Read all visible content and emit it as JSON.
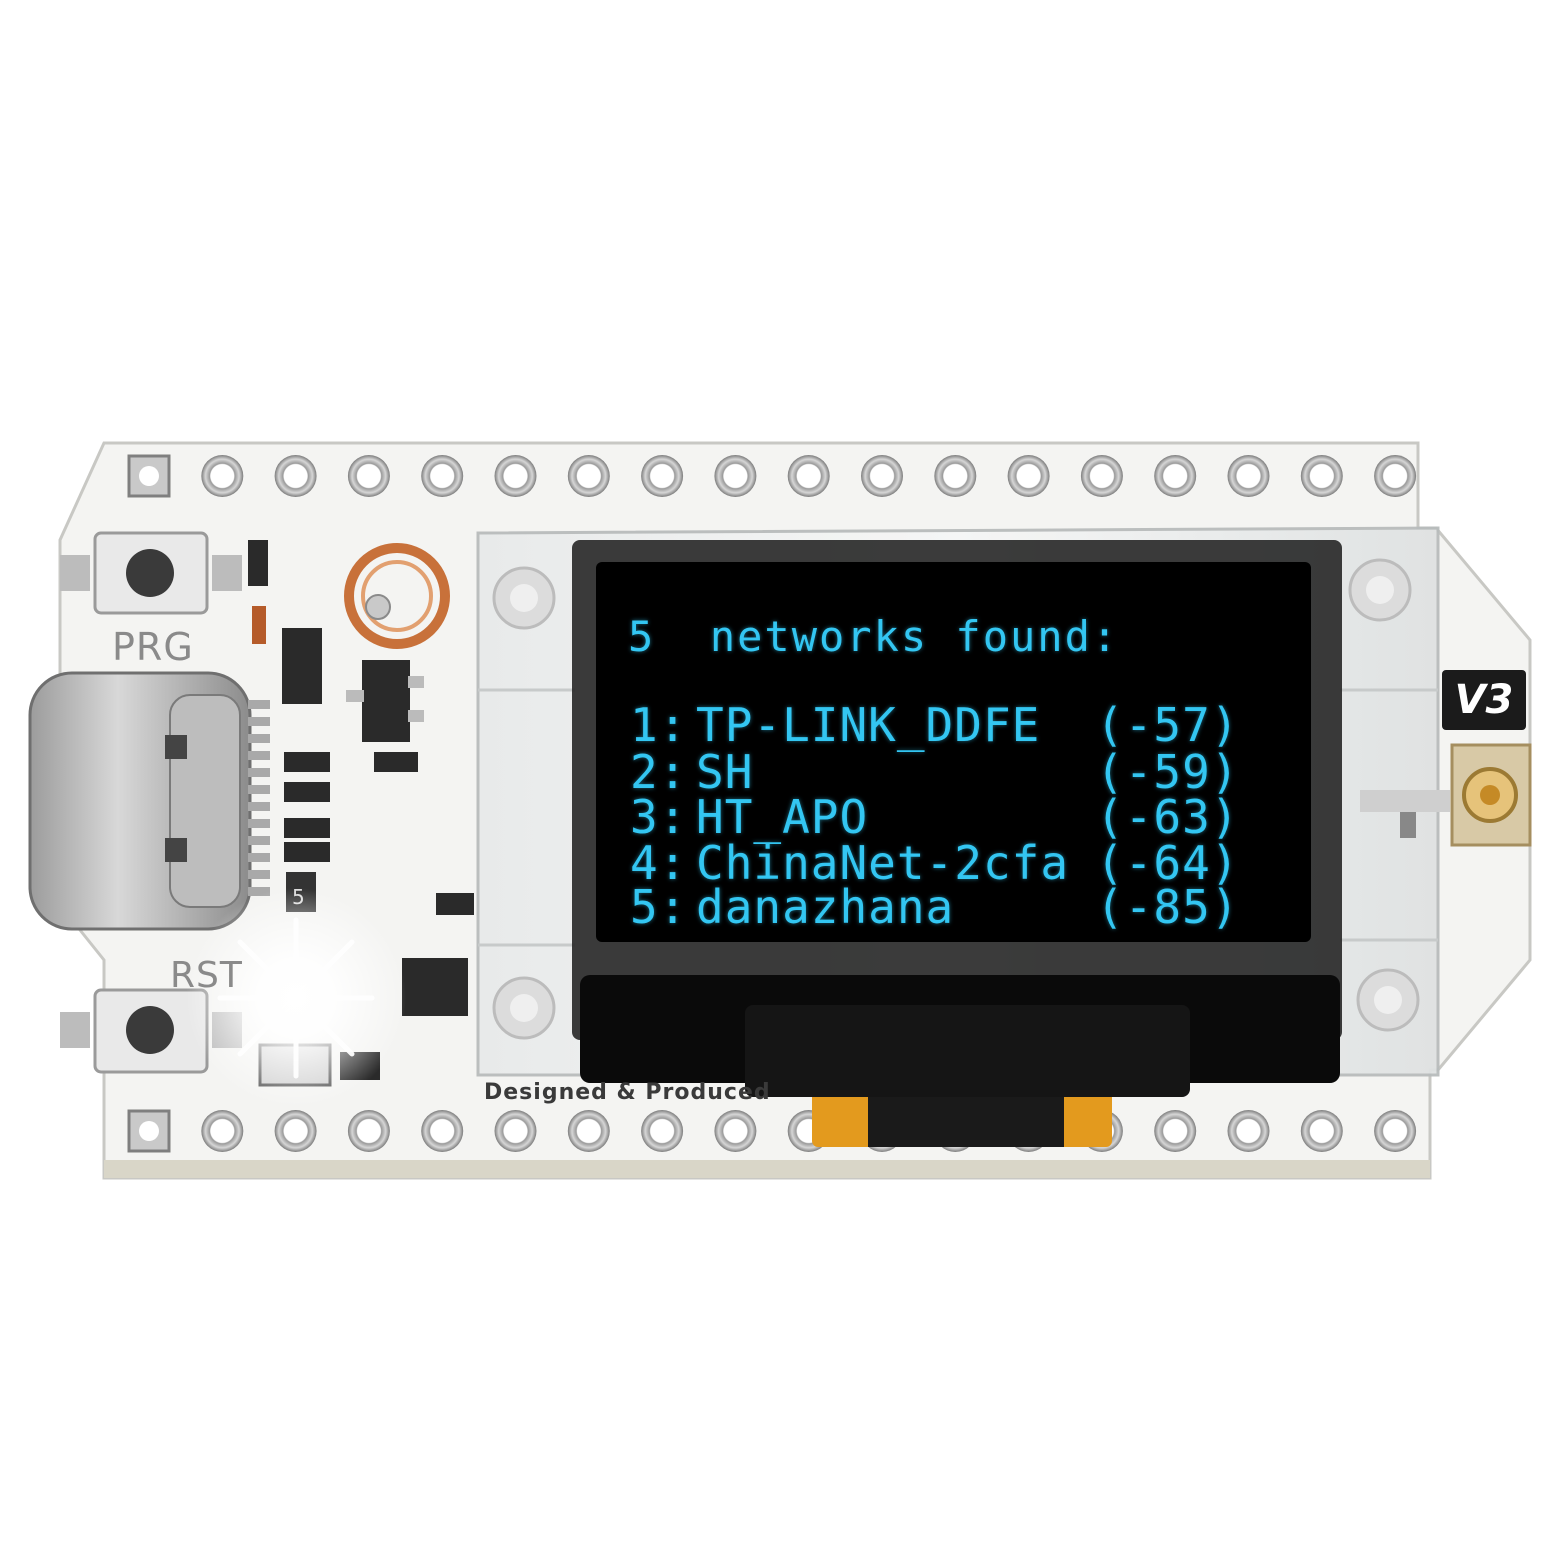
{
  "board": {
    "buttons": {
      "top_label": "PRG",
      "bottom_label": "RST"
    },
    "version_label": "V3",
    "brand_partial": "Designed & Produced",
    "chip_mark": "5",
    "colors": {
      "pcb": "#f4f4f2",
      "oled_text": "#33c6f2",
      "oled_bg": "#000000",
      "flex_cable": "#e39a1e"
    }
  },
  "display": {
    "header": "5  networks found:",
    "networks": [
      {
        "index": "1:",
        "ssid": "TP-LINK_DDFE",
        "rssi": "(-57)"
      },
      {
        "index": "2:",
        "ssid": "SH",
        "rssi": "(-59)"
      },
      {
        "index": "3:",
        "ssid": "HT_APO",
        "rssi": "(-63)"
      },
      {
        "index": "4:",
        "ssid": "ChinaNet-2cfa",
        "rssi": "(-64)"
      },
      {
        "index": "5:",
        "ssid": "danazhana",
        "rssi": "(-85)"
      }
    ]
  }
}
